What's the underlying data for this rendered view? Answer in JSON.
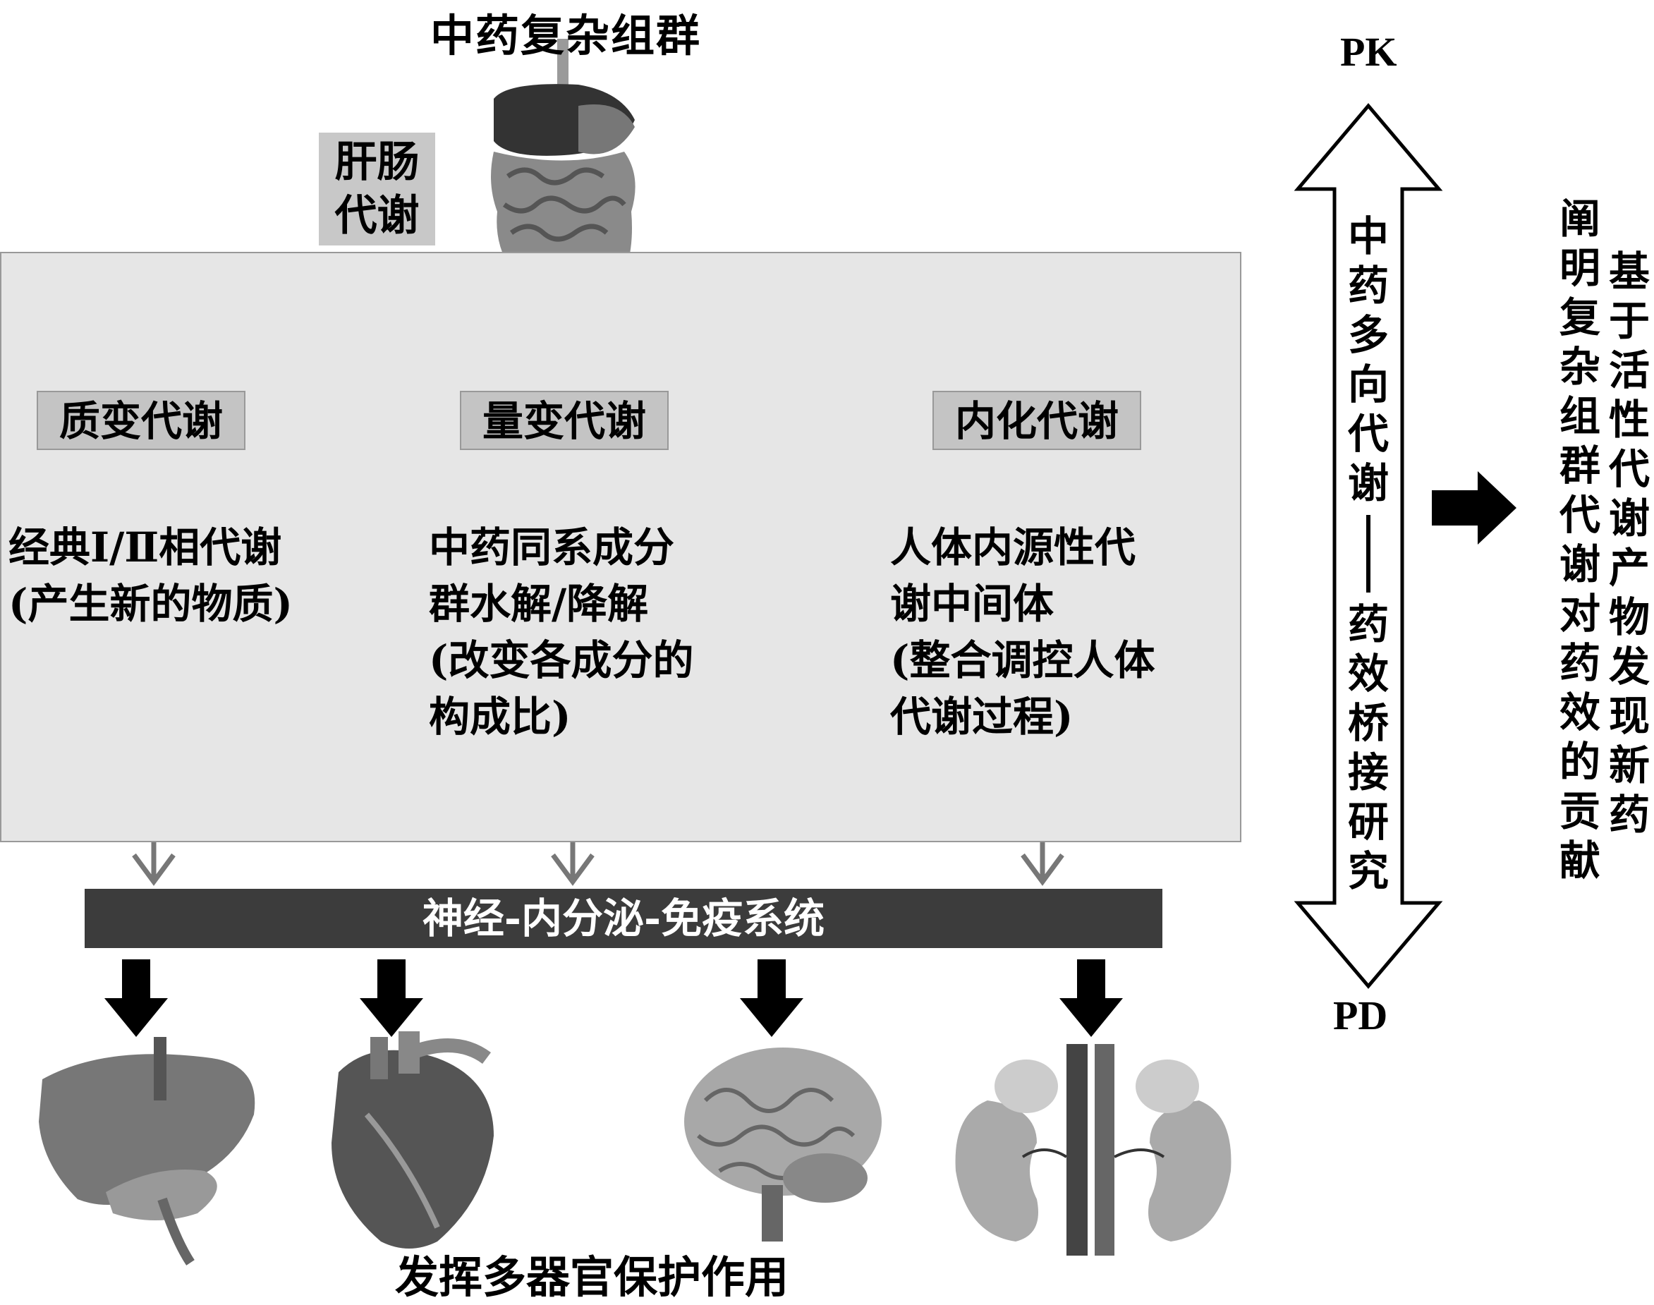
{
  "title": "中药复杂组群",
  "liver_label": "肝肠代谢",
  "branches": [
    {
      "tag": "质变代谢",
      "lines": [
        "经典Ⅰ/Ⅱ相代谢",
        "(产生新的物质)"
      ]
    },
    {
      "tag": "量变代谢",
      "lines": [
        "中药同系成分",
        "群水解/降解",
        "(改变各成分的",
        "构成比)"
      ]
    },
    {
      "tag": "内化代谢",
      "lines": [
        "人体内源性代",
        "谢中间体",
        "(整合调控人体",
        "代谢过程)"
      ]
    }
  ],
  "system_bar": "神经-内分泌-免疫系统",
  "organs": [
    "liver-icon",
    "heart-icon",
    "brain-icon",
    "kidney-icon"
  ],
  "organ_label": "发挥多器官保护作用",
  "pk": "PK",
  "pd": "PD",
  "bridge_text_top": "中药多向代谢",
  "bridge_dash": "——",
  "bridge_text_bottom": "药效桥接研究",
  "conclusion_col1": "阐明复杂组群代谢对药效的贡献",
  "conclusion_col2": "基于活性代谢产物发现新药"
}
